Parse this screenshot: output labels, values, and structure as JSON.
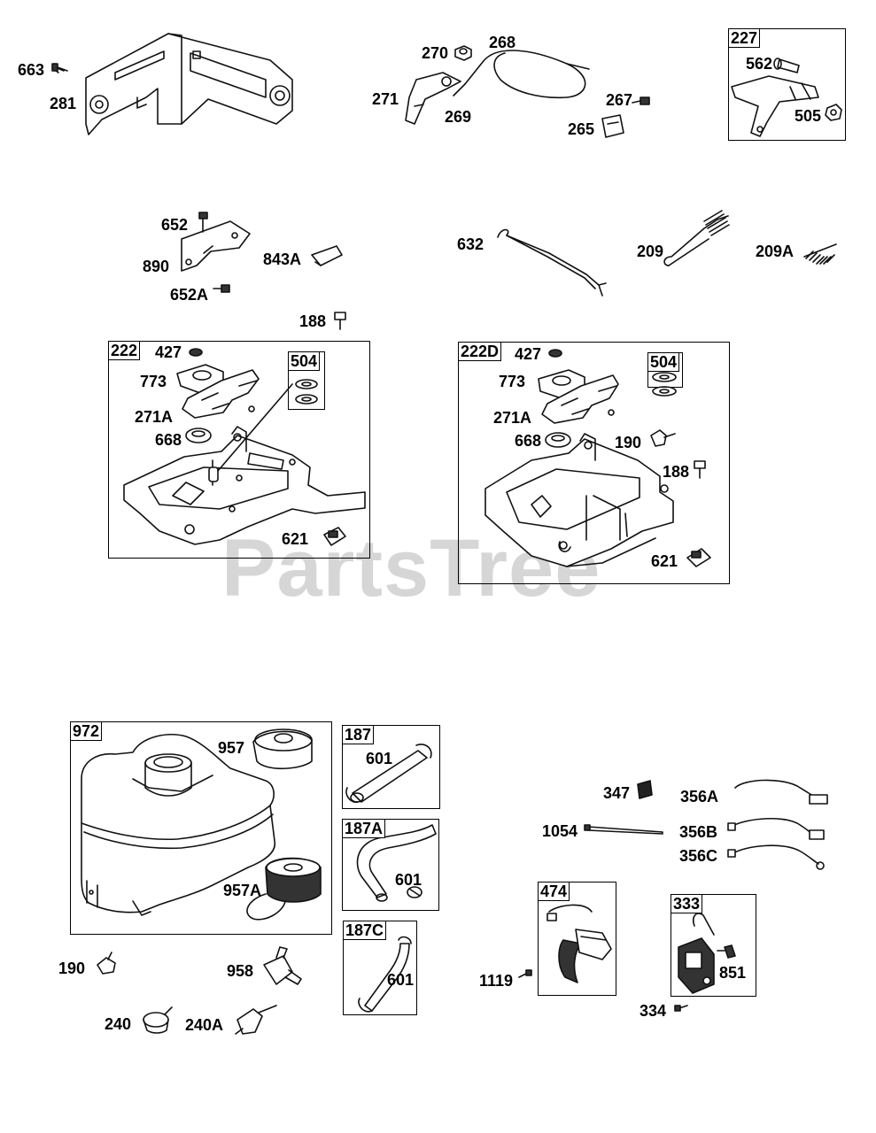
{
  "watermark": {
    "text": "PartsTree",
    "mark": "™"
  },
  "groups": {
    "g227": "227",
    "g222": "222",
    "g504a": "504",
    "g222d": "222D",
    "g504b": "504",
    "g972": "972",
    "g187": "187",
    "g187a": "187A",
    "g187c": "187C",
    "g474": "474",
    "g333": "333"
  },
  "parts": {
    "p663": "663",
    "p281": "281",
    "p270": "270",
    "p268": "268",
    "p271": "271",
    "p269": "269",
    "p267": "267",
    "p265": "265",
    "p562": "562",
    "p505": "505",
    "p652": "652",
    "p890": "890",
    "p843a": "843A",
    "p652a": "652A",
    "p188a": "188",
    "p632": "632",
    "p209": "209",
    "p209a": "209A",
    "p427a": "427",
    "p773a": "773",
    "p271aa": "271A",
    "p668a": "668",
    "p621a": "621",
    "p427b": "427",
    "p773b": "773",
    "p271ab": "271A",
    "p668b": "668",
    "p190a": "190",
    "p188b": "188",
    "p621b": "621",
    "p957": "957",
    "p957a": "957A",
    "p601a": "601",
    "p601b": "601",
    "p601c": "601",
    "p190b": "190",
    "p958": "958",
    "p240": "240",
    "p240a": "240A",
    "p347": "347",
    "p356a": "356A",
    "p1054": "1054",
    "p356b": "356B",
    "p356c": "356C",
    "p1119": "1119",
    "p851": "851",
    "p334": "334"
  }
}
